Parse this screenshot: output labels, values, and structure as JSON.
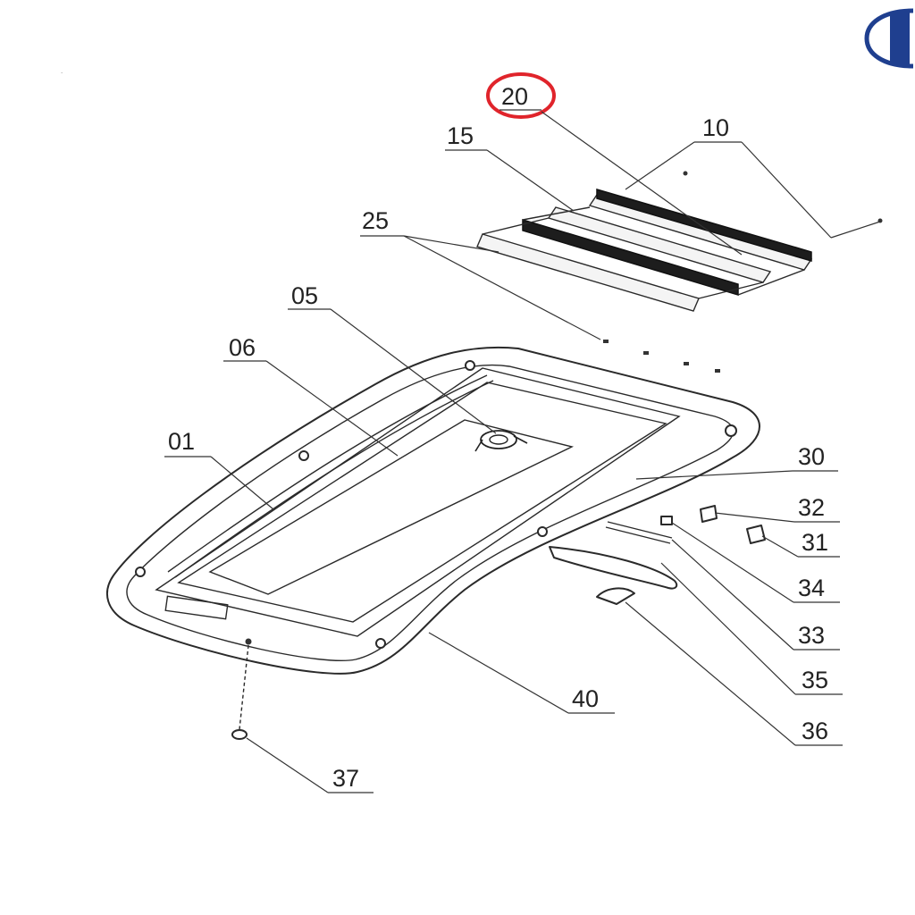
{
  "brand": {
    "logo": "brand-logo",
    "color": "#1f3f8f"
  },
  "highlight": {
    "part": "20",
    "color": "#e0242b"
  },
  "callouts": [
    {
      "id": "c20",
      "label": "20"
    },
    {
      "id": "c15",
      "label": "15"
    },
    {
      "id": "c10",
      "label": "10"
    },
    {
      "id": "c25",
      "label": "25"
    },
    {
      "id": "c05",
      "label": "05"
    },
    {
      "id": "c06",
      "label": "06"
    },
    {
      "id": "c01",
      "label": "01"
    },
    {
      "id": "c30",
      "label": "30"
    },
    {
      "id": "c32",
      "label": "32"
    },
    {
      "id": "c31",
      "label": "31"
    },
    {
      "id": "c34",
      "label": "34"
    },
    {
      "id": "c33",
      "label": "33"
    },
    {
      "id": "c35",
      "label": "35"
    },
    {
      "id": "c36",
      "label": "36"
    },
    {
      "id": "c40",
      "label": "40"
    },
    {
      "id": "c37",
      "label": "37"
    }
  ]
}
